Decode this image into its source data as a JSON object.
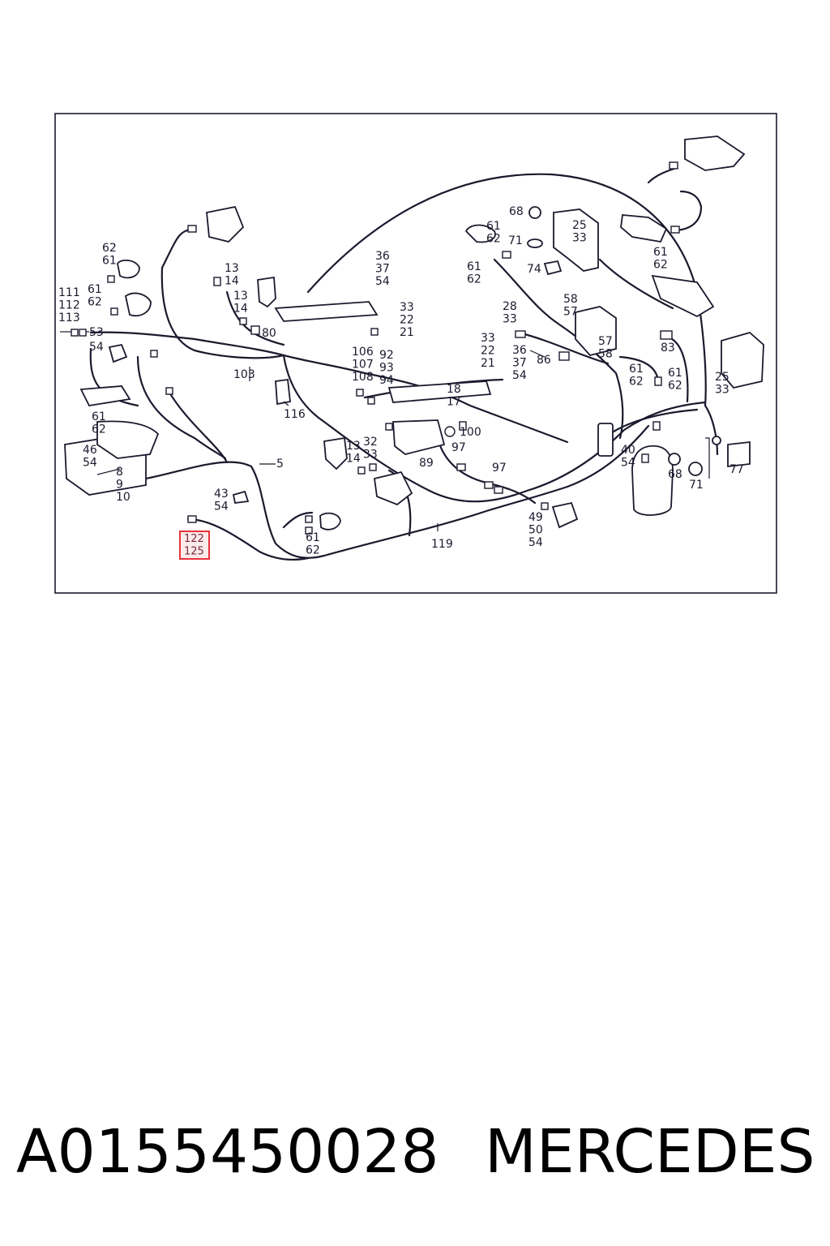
{
  "diagram": {
    "callouts": [
      {
        "id": "c1",
        "lines": [
          "62",
          "61"
        ]
      },
      {
        "id": "c2",
        "lines": [
          "111",
          "112",
          "113"
        ]
      },
      {
        "id": "c3",
        "lines": [
          "61",
          "62"
        ]
      },
      {
        "id": "c4",
        "lines": [
          "53"
        ]
      },
      {
        "id": "c5",
        "lines": [
          "54"
        ]
      },
      {
        "id": "c6",
        "lines": [
          "61",
          "62"
        ]
      },
      {
        "id": "c7",
        "lines": [
          "46",
          "54"
        ]
      },
      {
        "id": "c8",
        "lines": [
          "8",
          "9",
          "10"
        ]
      },
      {
        "id": "c9",
        "lines": [
          "13",
          "14"
        ]
      },
      {
        "id": "c10",
        "lines": [
          "13",
          "14"
        ]
      },
      {
        "id": "c11",
        "lines": [
          "80"
        ]
      },
      {
        "id": "c12",
        "lines": [
          "103"
        ]
      },
      {
        "id": "c13",
        "lines": [
          "116"
        ]
      },
      {
        "id": "c14",
        "lines": [
          "5"
        ]
      },
      {
        "id": "c15",
        "lines": [
          "43",
          "54"
        ]
      },
      {
        "id": "c16",
        "lines": [
          "122",
          "125"
        ]
      },
      {
        "id": "c17",
        "lines": [
          "61",
          "62"
        ]
      },
      {
        "id": "c18",
        "lines": [
          "36",
          "37",
          "54"
        ]
      },
      {
        "id": "c19",
        "lines": [
          "33",
          "22",
          "21"
        ]
      },
      {
        "id": "c20",
        "lines": [
          "106",
          "107",
          "108"
        ]
      },
      {
        "id": "c21",
        "lines": [
          "92",
          "93",
          "94"
        ]
      },
      {
        "id": "c22",
        "lines": [
          "13",
          "14"
        ]
      },
      {
        "id": "c23",
        "lines": [
          "32",
          "33"
        ]
      },
      {
        "id": "c24",
        "lines": [
          "119"
        ]
      },
      {
        "id": "c25",
        "lines": [
          "18",
          "17"
        ]
      },
      {
        "id": "c26",
        "lines": [
          "100"
        ]
      },
      {
        "id": "c27",
        "lines": [
          "97"
        ]
      },
      {
        "id": "c28",
        "lines": [
          "89"
        ]
      },
      {
        "id": "c29",
        "lines": [
          "97"
        ]
      },
      {
        "id": "c30",
        "lines": [
          "33",
          "22",
          "21"
        ]
      },
      {
        "id": "c31",
        "lines": [
          "36",
          "37",
          "54"
        ]
      },
      {
        "id": "c32",
        "lines": [
          "28",
          "33"
        ]
      },
      {
        "id": "c33",
        "lines": [
          "61",
          "62"
        ]
      },
      {
        "id": "c34",
        "lines": [
          "61",
          "62"
        ]
      },
      {
        "id": "c35",
        "lines": [
          "71"
        ]
      },
      {
        "id": "c36",
        "lines": [
          "68"
        ]
      },
      {
        "id": "c37",
        "lines": [
          "74"
        ]
      },
      {
        "id": "c38",
        "lines": [
          "25",
          "33"
        ]
      },
      {
        "id": "c39",
        "lines": [
          "86"
        ]
      },
      {
        "id": "c40",
        "lines": [
          "58",
          "57"
        ]
      },
      {
        "id": "c41",
        "lines": [
          "57",
          "58"
        ]
      },
      {
        "id": "c42",
        "lines": [
          "49",
          "50",
          "54"
        ]
      },
      {
        "id": "c43",
        "lines": [
          "61",
          "62"
        ]
      },
      {
        "id": "c44",
        "lines": [
          "83"
        ]
      },
      {
        "id": "c45",
        "lines": [
          "61",
          "62"
        ]
      },
      {
        "id": "c46",
        "lines": [
          "61",
          "62"
        ]
      },
      {
        "id": "c47",
        "lines": [
          "25",
          "33"
        ]
      },
      {
        "id": "c48",
        "lines": [
          "40",
          "54"
        ]
      },
      {
        "id": "c49",
        "lines": [
          "68"
        ]
      },
      {
        "id": "c50",
        "lines": [
          "71"
        ]
      },
      {
        "id": "c51",
        "lines": [
          "77"
        ]
      }
    ],
    "highlight_color": "#e8333a"
  },
  "caption": {
    "part_number": "A0155450028",
    "brand": "MERCEDES"
  }
}
